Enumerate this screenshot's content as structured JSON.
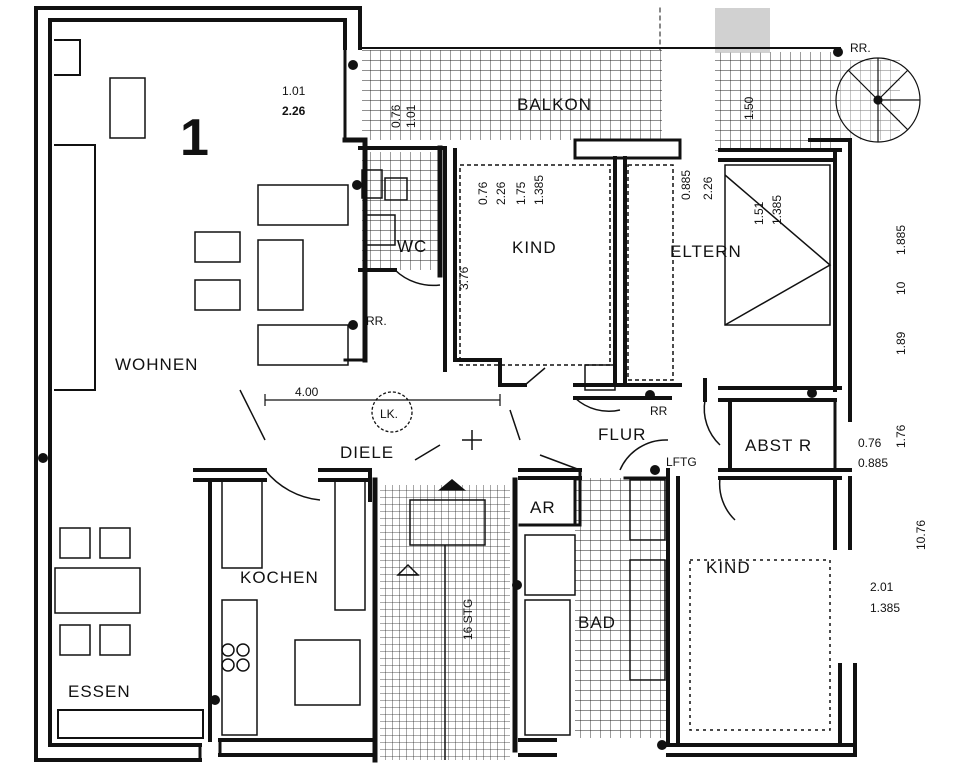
{
  "rooms": {
    "wohnen": "WOHNEN",
    "essen": "ESSEN",
    "kochen": "KOCHEN",
    "diele": "DIELE",
    "flur": "FLUR",
    "wc": "WC",
    "kind_top": "KIND",
    "eltern": "ELTERN",
    "balkon": "BALKON",
    "abstr": "ABST R",
    "bad": "BAD",
    "kind_bottom": "KIND",
    "ar": "AR",
    "stair": "16 STG",
    "lk": "LK.",
    "lftg": "LFTG",
    "rr_top": "RR.",
    "rr_mid": "RR.",
    "rr_low": "RR",
    "unit": "1"
  },
  "dimensions": {
    "wohnen_a": "1.01",
    "wohnen_b": "2.26",
    "diele_width": "4.00",
    "wc_a": "0.76",
    "wc_b": "1.01",
    "kind_a": "0.76",
    "kind_b": "2.26",
    "kind_c": "1.75",
    "kind_d": "1.385",
    "kind_h": "3.76",
    "eltern_a": "0.885",
    "eltern_b": "2.26",
    "eltern_c": "1.51",
    "eltern_d": "1.385",
    "balkon_h": "1.50",
    "right_1885": "1.885",
    "right_10": "10",
    "right_189": "1.89",
    "right_176": "1.76",
    "abstr_a": "0.76",
    "abstr_b": "0.885",
    "right_1076": "10.76",
    "kind2_a": "2.01",
    "kind2_b": "1.385"
  }
}
